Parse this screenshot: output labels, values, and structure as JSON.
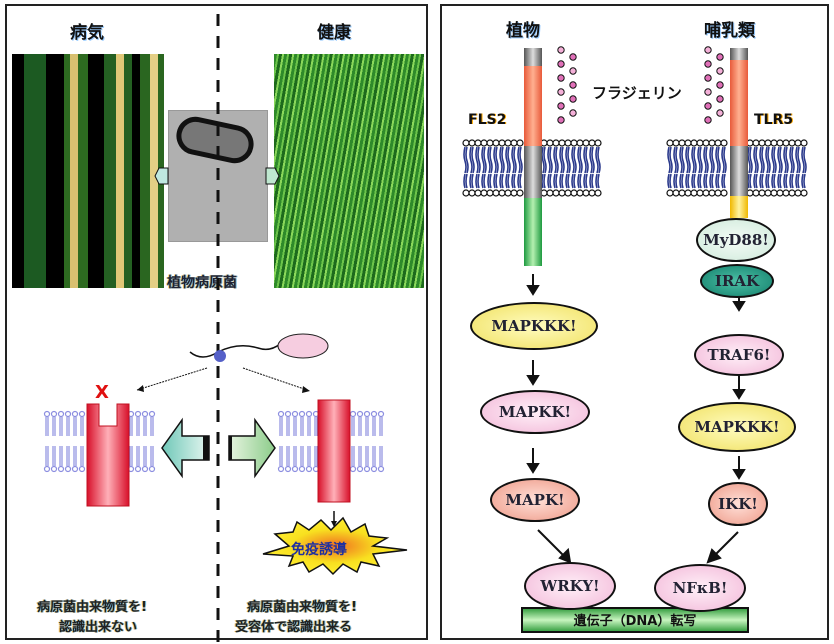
{
  "left_panel": {
    "title_disease": "病気",
    "title_healthy": "健康",
    "pathogen_label": "植物病原菌",
    "x_mark": "X",
    "immune_burst_label": "免疫誘導",
    "caption_left_line1": "病原菌由来物質を!",
    "caption_left_line2": "認識出来ない",
    "caption_right_line1": "病原菌由来物質を!",
    "caption_right_line2": "受容体で認識出来る"
  },
  "right_panel": {
    "title_plant": "植物",
    "title_mammal": "哺乳類",
    "flagellin_label": "フラジェリン",
    "receptor_plant": "FLS2",
    "receptor_mammal": "TLR5",
    "plant_pathway": [
      "MAPKKK!",
      "MAPKK!",
      "MAPK!",
      "WRKY!"
    ],
    "mammal_pathway": [
      "MyD88!",
      "IRAK",
      "TRAF6!",
      "MAPKKK!",
      "IKK!",
      "NFκB!"
    ],
    "transcription_bar": "遺伝子（DNA）転写"
  },
  "colors": {
    "receptor_red": "#e8283a",
    "extracellular_orange": "#f07a5a",
    "plant_cytoplasmic_green": "#3cb65a",
    "mammal_tir_yellow": "#f5c400",
    "membrane_blue": "#2b3a8c",
    "left_membrane_lilac": "#8c8ee0",
    "mapkkk_yellow": "#f4ec7a",
    "kinase_pink": "#f6c6e0",
    "mapk_salmon": "#f4a896",
    "myd88_mint": "#d6efe2",
    "irak_teal": "#1f9a82",
    "dna_bar_green": "#3cb65a"
  }
}
